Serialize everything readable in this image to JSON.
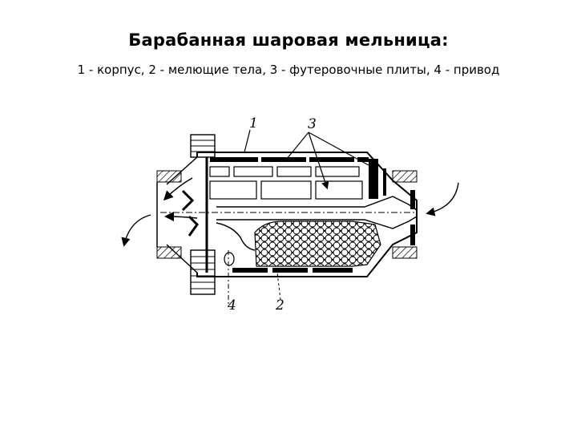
{
  "slide": {
    "title": "Барабанная шаровая мельница:",
    "caption": "1 - корпус, 2 - мелющие тела, 3 - футеровочные плиты, 4 - привод"
  },
  "diagram": {
    "labels": [
      "1",
      "3",
      "4",
      "2"
    ]
  }
}
